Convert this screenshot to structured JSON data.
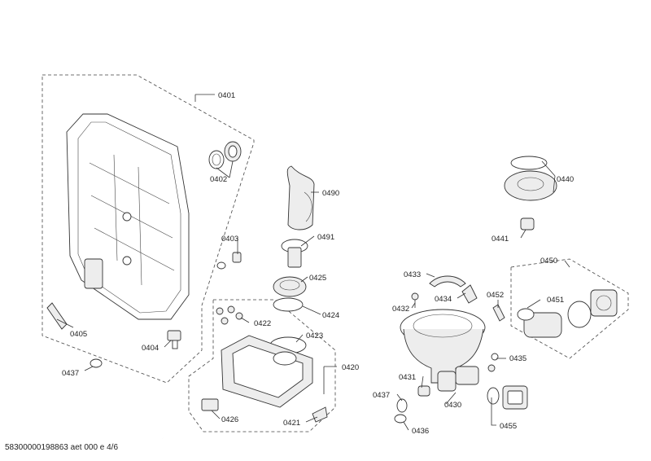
{
  "labels": {
    "p0401": "0401",
    "p0402": "0402",
    "p0403": "0403",
    "p0404": "0404",
    "p0405": "0405",
    "p0437a": "0437",
    "p0490": "0490",
    "p0491": "0491",
    "p0425": "0425",
    "p0424": "0424",
    "p0422": "0422",
    "p0423": "0423",
    "p0420": "0420",
    "p0426": "0426",
    "p0421": "0421",
    "p0433": "0433",
    "p0434": "0434",
    "p0432": "0432",
    "p0452": "0452",
    "p0431": "0431",
    "p0437b": "0437",
    "p0436": "0436",
    "p0430": "0430",
    "p0435": "0435",
    "p0440": "0440",
    "p0441": "0441",
    "p0450": "0450",
    "p0451": "0451",
    "p0455": "0455"
  },
  "footer": "58300000198863 aet 000 e 4/6"
}
